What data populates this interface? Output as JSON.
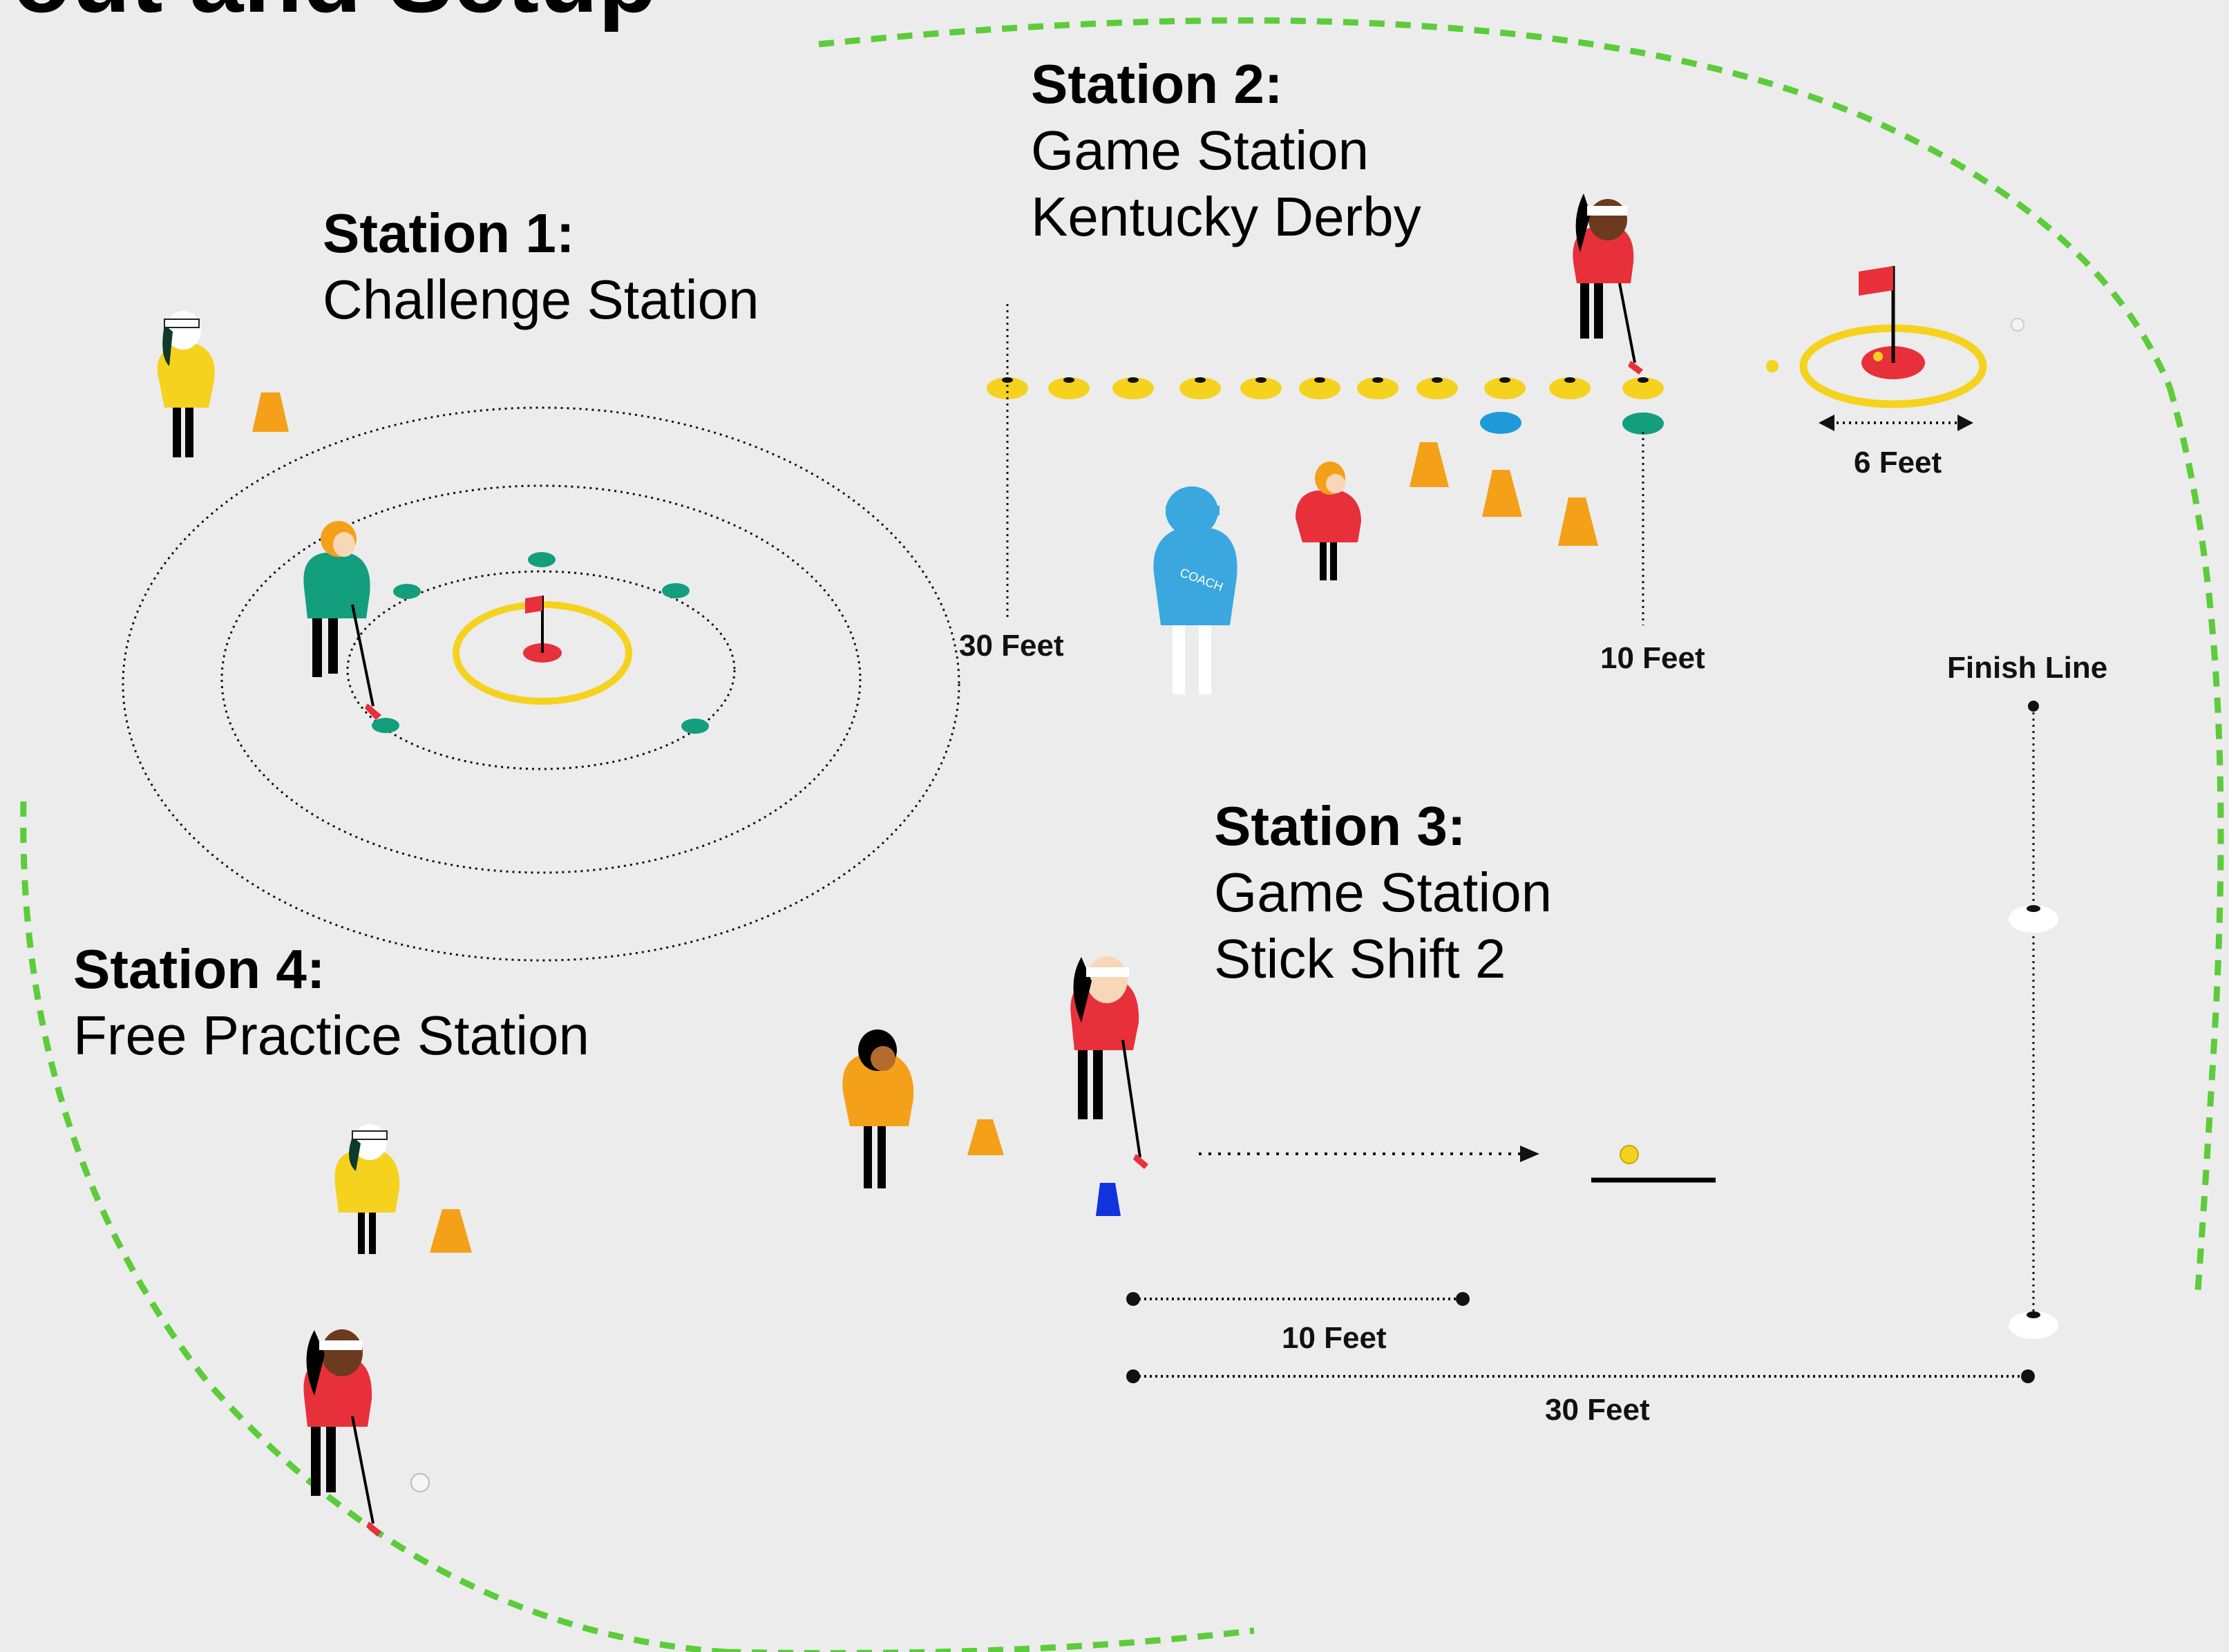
{
  "page": {
    "title_fragment": "yout and Setup"
  },
  "stations": [
    {
      "id": 1,
      "title": "Station 1:",
      "lines": [
        "Challenge Station"
      ]
    },
    {
      "id": 2,
      "title": "Station 2:",
      "lines": [
        "Game Station",
        "Kentucky Derby"
      ]
    },
    {
      "id": 3,
      "title": "Station 3:",
      "lines": [
        "Game Station",
        "Stick Shift 2"
      ]
    },
    {
      "id": 4,
      "title": "Station 4:",
      "lines": [
        "Free Practice Station"
      ]
    }
  ],
  "measurements": {
    "s1_radius": "30 Feet",
    "s2_lane": "10 Feet",
    "s2_target": "6 Feet",
    "s3_short": "10 Feet",
    "s3_long": "30 Feet",
    "finish": "Finish Line"
  },
  "jersey_text": "COACH",
  "colors": {
    "background": "#ececec",
    "boundary_green": "#5ccc3a",
    "cone_orange": "#f5a019",
    "dome_yellow": "#f5d21e",
    "dome_green": "#139e7e",
    "dome_blue": "#1e9ad8",
    "flag_red": "#e8303a",
    "coach_blue": "#3aa7de"
  },
  "icons": [
    "golfer-figure",
    "coach-figure",
    "cone-icon",
    "marker-dome-icon",
    "flag-hole-icon",
    "golf-ball-icon"
  ]
}
